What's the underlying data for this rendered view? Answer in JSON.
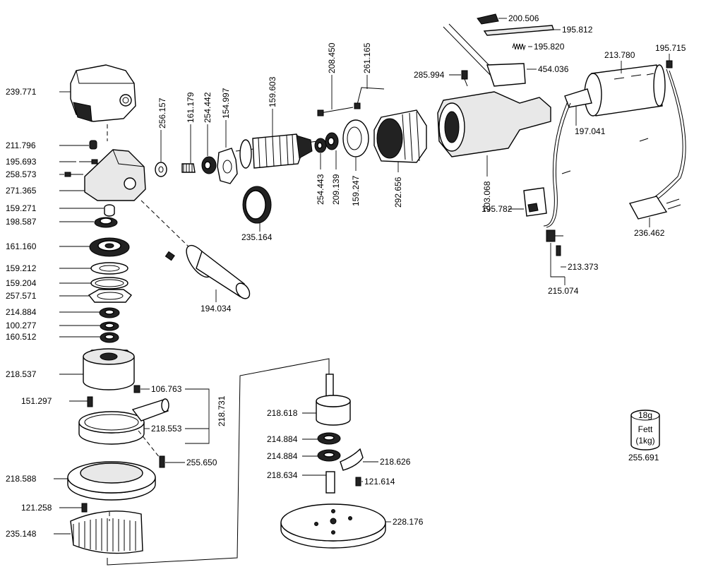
{
  "parts": [
    {
      "id": "p239771",
      "label": "239.771"
    },
    {
      "id": "p211796",
      "label": "211.796"
    },
    {
      "id": "p195693",
      "label": "195.693"
    },
    {
      "id": "p258573",
      "label": "258.573"
    },
    {
      "id": "p271365",
      "label": "271.365"
    },
    {
      "id": "p159271",
      "label": "159.271"
    },
    {
      "id": "p198587",
      "label": "198.587"
    },
    {
      "id": "p161160",
      "label": "161.160"
    },
    {
      "id": "p159212",
      "label": "159.212"
    },
    {
      "id": "p159204",
      "label": "159.204"
    },
    {
      "id": "p257571",
      "label": "257.571"
    },
    {
      "id": "p214884a",
      "label": "214.884"
    },
    {
      "id": "p100277",
      "label": "100.277"
    },
    {
      "id": "p160512",
      "label": "160.512"
    },
    {
      "id": "p218537",
      "label": "218.537"
    },
    {
      "id": "p151297",
      "label": "151.297"
    },
    {
      "id": "p106763",
      "label": "106.763"
    },
    {
      "id": "p218731",
      "label": "218.731"
    },
    {
      "id": "p218553",
      "label": "218.553"
    },
    {
      "id": "p255650",
      "label": "255.650"
    },
    {
      "id": "p218588",
      "label": "218.588"
    },
    {
      "id": "p121258",
      "label": "121.258"
    },
    {
      "id": "p235148",
      "label": "235.148"
    },
    {
      "id": "p256157",
      "label": "256.157"
    },
    {
      "id": "p161179",
      "label": "161.179"
    },
    {
      "id": "p254442",
      "label": "254.442"
    },
    {
      "id": "p154997",
      "label": "154.997"
    },
    {
      "id": "p159603",
      "label": "159.603"
    },
    {
      "id": "p235164",
      "label": "235.164"
    },
    {
      "id": "p194034",
      "label": "194.034"
    },
    {
      "id": "p208450",
      "label": "208.450"
    },
    {
      "id": "p261165",
      "label": "261.165"
    },
    {
      "id": "p254443",
      "label": "254.443"
    },
    {
      "id": "p209139",
      "label": "209.139"
    },
    {
      "id": "p159247",
      "label": "159.247"
    },
    {
      "id": "p292656",
      "label": "292.656"
    },
    {
      "id": "p285994",
      "label": "285.994"
    },
    {
      "id": "p200506",
      "label": "200.506"
    },
    {
      "id": "p195812",
      "label": "195.812"
    },
    {
      "id": "p195820",
      "label": "195.820"
    },
    {
      "id": "p454036",
      "label": "454.036"
    },
    {
      "id": "p203068",
      "label": "203.068"
    },
    {
      "id": "p213780",
      "label": "213.780"
    },
    {
      "id": "p195715",
      "label": "195.715"
    },
    {
      "id": "p197041",
      "label": "197.041"
    },
    {
      "id": "p195782",
      "label": "195.782"
    },
    {
      "id": "p236462",
      "label": "236.462"
    },
    {
      "id": "p213373",
      "label": "213.373"
    },
    {
      "id": "p215074",
      "label": "215.074"
    },
    {
      "id": "p218618",
      "label": "218.618"
    },
    {
      "id": "p214884b",
      "label": "214.884"
    },
    {
      "id": "p214884c",
      "label": "214.884"
    },
    {
      "id": "p218626",
      "label": "218.626"
    },
    {
      "id": "p218634",
      "label": "218.634"
    },
    {
      "id": "p121614",
      "label": "121.614"
    },
    {
      "id": "p228176",
      "label": "228.176"
    },
    {
      "id": "p255691",
      "label": "255.691"
    }
  ],
  "grease": {
    "amount": "18g",
    "name": "Fett",
    "pack": "(1kg)"
  }
}
